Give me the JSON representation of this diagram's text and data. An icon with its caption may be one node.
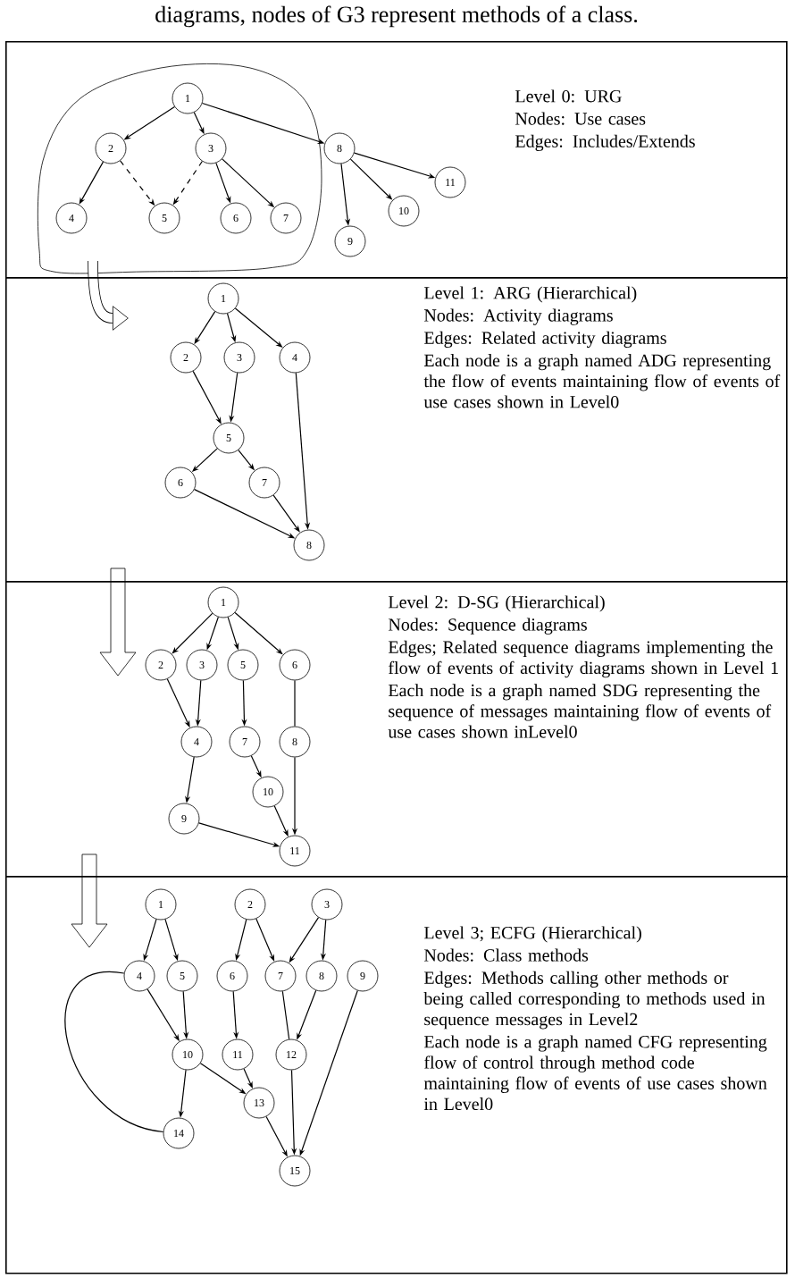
{
  "diagram": {
    "caption": "diagrams, nodes of G3 represent methods of a class.",
    "nodes": [
      {
        "text": [
          "Level 0: URG",
          "Nodes: Use cases",
          "Edges: Includes/Extends"
        ]
      },
      {
        "text": [
          "1"
        ],
        "in": 0
      },
      {
        "text": [
          "2"
        ],
        "in": 0
      },
      {
        "text": [
          "3"
        ],
        "in": 0
      },
      {
        "text": [
          "4"
        ],
        "in": 0
      },
      {
        "text": [
          "5"
        ],
        "in": 0
      },
      {
        "text": [
          "6"
        ],
        "in": 0
      },
      {
        "text": [
          "7"
        ],
        "in": 0
      },
      {
        "text": [
          "8"
        ],
        "in": 0
      },
      {
        "text": [
          "9"
        ],
        "in": 0
      },
      {
        "text": [
          "10"
        ],
        "in": 0
      },
      {
        "text": [
          "11"
        ],
        "in": 0
      },
      {
        "text": [
          "Level 1: ARG (Hierarchical)",
          "Nodes: Activity diagrams",
          "Edges: Related activity diagrams",
          "Each node is a graph named ADG representing the flow of events maintaining flow of events of use cases shown in Level0"
        ]
      },
      {
        "text": [
          "1"
        ],
        "in": 12
      },
      {
        "text": [
          "2"
        ],
        "in": 12
      },
      {
        "text": [
          "3"
        ],
        "in": 12
      },
      {
        "text": [
          "4"
        ],
        "in": 12
      },
      {
        "text": [
          "5"
        ],
        "in": 12
      },
      {
        "text": [
          "6"
        ],
        "in": 12
      },
      {
        "text": [
          "7"
        ],
        "in": 12
      },
      {
        "text": [
          "8"
        ],
        "in": 12
      },
      {
        "text": [
          "Level 2: D-SG (Hierarchical)",
          "Nodes: Sequence diagrams",
          "Edges; Related sequence diagrams implementing the flow of events of activity diagrams shown in Level 1",
          "Each node is a graph named SDG representing the sequence of messages maintaining flow of events of use cases shown inLevel0"
        ]
      },
      {
        "text": [
          "1"
        ],
        "in": 21
      },
      {
        "text": [
          "2"
        ],
        "in": 21
      },
      {
        "text": [
          "3"
        ],
        "in": 21
      },
      {
        "text": [
          "5"
        ],
        "in": 21
      },
      {
        "text": [
          "6"
        ],
        "in": 21
      },
      {
        "text": [
          "4"
        ],
        "in": 21
      },
      {
        "text": [
          "7"
        ],
        "in": 21
      },
      {
        "text": [
          "8"
        ],
        "in": 21
      },
      {
        "text": [
          "10"
        ],
        "in": 21
      },
      {
        "text": [
          "9"
        ],
        "in": 21
      },
      {
        "text": [
          "11"
        ],
        "in": 21
      },
      {
        "text": [
          "Level 3; ECFG (Hierarchical)",
          "Nodes: Class methods",
          "Edges: Methods calling other methods or being called corresponding to methods used in sequence messages in Level2",
          "Each node is a graph named CFG representing flow of control through method code maintaining flow of events of use cases shown in Level0"
        ]
      },
      {
        "text": [
          "1"
        ],
        "in": 33
      },
      {
        "text": [
          "2"
        ],
        "in": 33
      },
      {
        "text": [
          "3"
        ],
        "in": 33
      },
      {
        "text": [
          "4"
        ],
        "in": 33
      },
      {
        "text": [
          "5"
        ],
        "in": 33
      },
      {
        "text": [
          "6"
        ],
        "in": 33
      },
      {
        "text": [
          "7"
        ],
        "in": 33
      },
      {
        "text": [
          "8"
        ],
        "in": 33
      },
      {
        "text": [
          "9"
        ],
        "in": 33
      },
      {
        "text": [
          "10"
        ],
        "in": 33
      },
      {
        "text": [
          "11"
        ],
        "in": 33
      },
      {
        "text": [
          "12"
        ],
        "in": 33
      },
      {
        "text": [
          "13"
        ],
        "in": 33
      },
      {
        "text": [
          "14"
        ],
        "in": 33
      },
      {
        "text": [
          "15"
        ],
        "in": 33
      }
    ],
    "edges": [
      {
        "from": 1,
        "to": 2,
        "arrow": "to"
      },
      {
        "from": 1,
        "to": 3,
        "arrow": "to"
      },
      {
        "from": 1,
        "to": 8,
        "arrow": "to"
      },
      {
        "from": 2,
        "to": 4,
        "arrow": "to"
      },
      {
        "from": 2,
        "to": 5,
        "arrow": "to",
        "style": "dashed"
      },
      {
        "from": 3,
        "to": 5,
        "arrow": "to",
        "style": "dashed"
      },
      {
        "from": 3,
        "to": 6,
        "arrow": "to"
      },
      {
        "from": 3,
        "to": 7,
        "arrow": "to"
      },
      {
        "from": 8,
        "to": 9,
        "arrow": "to"
      },
      {
        "from": 8,
        "to": 10,
        "arrow": "to"
      },
      {
        "from": 8,
        "to": 11,
        "arrow": "to"
      },
      {
        "from": 13,
        "to": 14,
        "arrow": "to"
      },
      {
        "from": 13,
        "to": 15,
        "arrow": "to"
      },
      {
        "from": 13,
        "to": 16,
        "arrow": "to"
      },
      {
        "from": 14,
        "to": 17,
        "arrow": "to"
      },
      {
        "from": 15,
        "to": 17,
        "arrow": "to"
      },
      {
        "from": 17,
        "to": 18,
        "arrow": "to"
      },
      {
        "from": 17,
        "to": 19,
        "arrow": "to"
      },
      {
        "from": 18,
        "to": 20,
        "arrow": "to"
      },
      {
        "from": 19,
        "to": 20,
        "arrow": "to"
      },
      {
        "from": 16,
        "to": 20,
        "arrow": "to"
      },
      {
        "from": 22,
        "to": 23,
        "arrow": "to"
      },
      {
        "from": 22,
        "to": 24,
        "arrow": "to"
      },
      {
        "from": 22,
        "to": 25,
        "arrow": "to"
      },
      {
        "from": 22,
        "to": 26,
        "arrow": "to"
      },
      {
        "from": 23,
        "to": 27,
        "arrow": "to"
      },
      {
        "from": 24,
        "to": 27,
        "arrow": "to"
      },
      {
        "from": 25,
        "to": 28,
        "arrow": "to"
      },
      {
        "from": 26,
        "to": 29,
        "arrow": "none"
      },
      {
        "from": 27,
        "to": 31,
        "arrow": "to"
      },
      {
        "from": 28,
        "to": 30,
        "arrow": "to"
      },
      {
        "from": 30,
        "to": 32,
        "arrow": "to"
      },
      {
        "from": 29,
        "to": 32,
        "arrow": "to"
      },
      {
        "from": 31,
        "to": 32,
        "arrow": "to"
      },
      {
        "from": 34,
        "to": 37,
        "arrow": "to"
      },
      {
        "from": 34,
        "to": 38,
        "arrow": "to"
      },
      {
        "from": 35,
        "to": 39,
        "arrow": "to"
      },
      {
        "from": 35,
        "to": 40,
        "arrow": "to"
      },
      {
        "from": 36,
        "to": 40,
        "arrow": "to"
      },
      {
        "from": 36,
        "to": 41,
        "arrow": "to"
      },
      {
        "from": 37,
        "to": 43,
        "arrow": "to"
      },
      {
        "from": 38,
        "to": 43,
        "arrow": "to"
      },
      {
        "from": 39,
        "to": 44,
        "arrow": "to"
      },
      {
        "from": 40,
        "to": 45,
        "arrow": "none"
      },
      {
        "from": 41,
        "to": 45,
        "arrow": "to"
      },
      {
        "from": 42,
        "to": 48,
        "arrow": "to"
      },
      {
        "from": 43,
        "to": 47,
        "arrow": "to"
      },
      {
        "from": 43,
        "to": 46,
        "arrow": "to"
      },
      {
        "from": 44,
        "to": 46,
        "arrow": "to"
      },
      {
        "from": 45,
        "to": 48,
        "arrow": "to"
      },
      {
        "from": 46,
        "to": 48,
        "arrow": "to"
      },
      {
        "from": 47,
        "to": 37,
        "arrow": "none"
      }
    ]
  }
}
